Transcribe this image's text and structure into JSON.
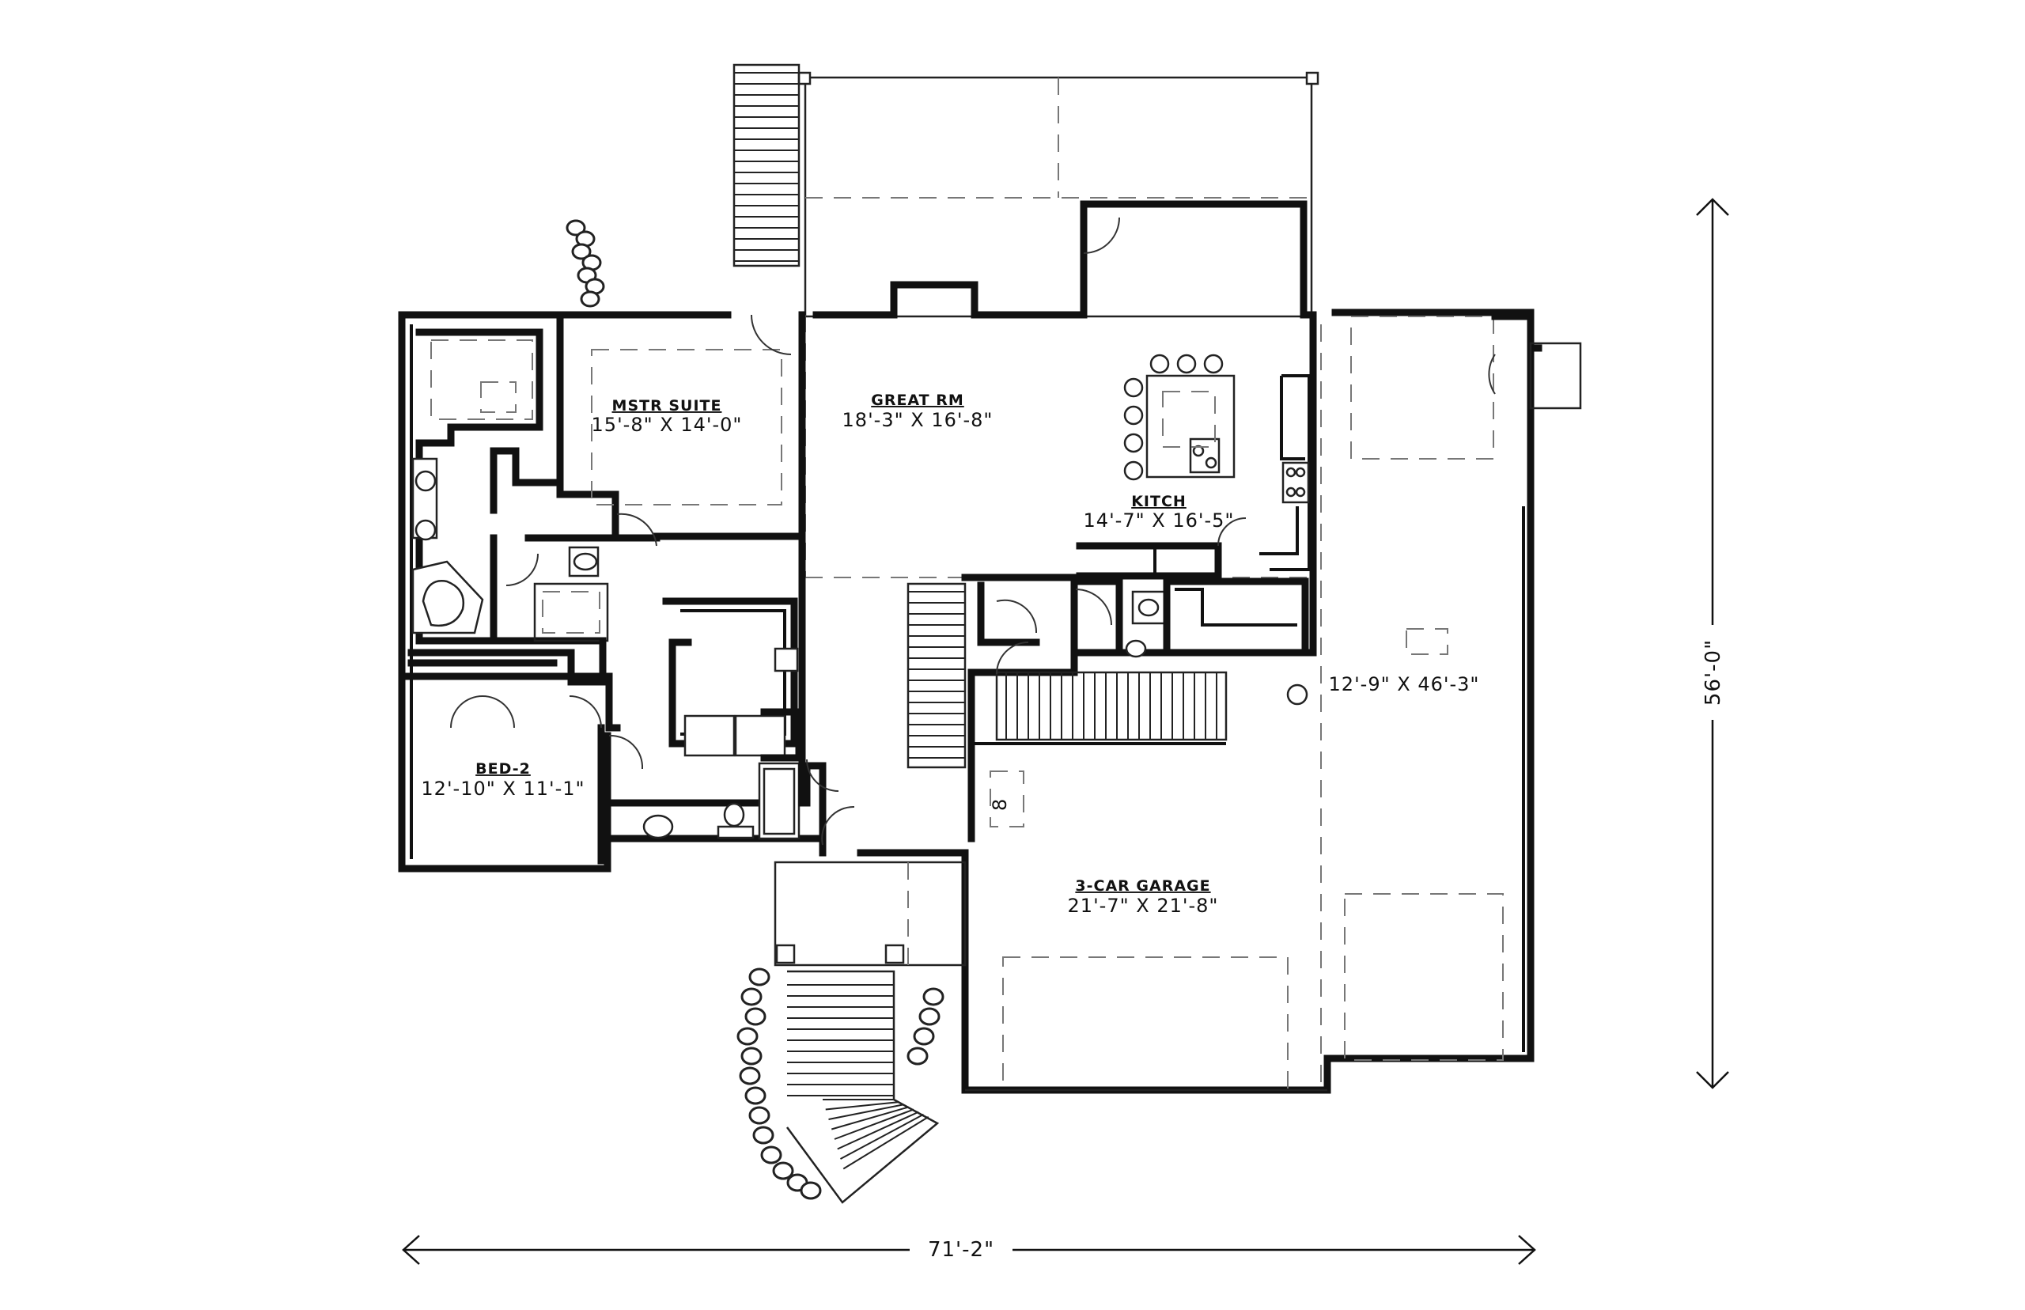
{
  "rooms": [
    {
      "name": "MSTR SUITE",
      "dims": "15'-8\" X 14'-0\""
    },
    {
      "name": "GREAT RM",
      "dims": "18'-3\" X 16'-8\""
    },
    {
      "name": "KITCH",
      "dims": "14'-7\" X 16'-5\""
    },
    {
      "name": "",
      "dims": "12'-9\" X 46'-3\""
    },
    {
      "name": "BED-2",
      "dims": "12'-10\" X 11'-1\""
    },
    {
      "name": "3-CAR GARAGE",
      "dims": "21'-7\" X 21'-8\""
    }
  ],
  "dimensions": {
    "overall_width": "71'-2\"",
    "overall_depth": "56'-0\""
  },
  "stair_label": "8"
}
